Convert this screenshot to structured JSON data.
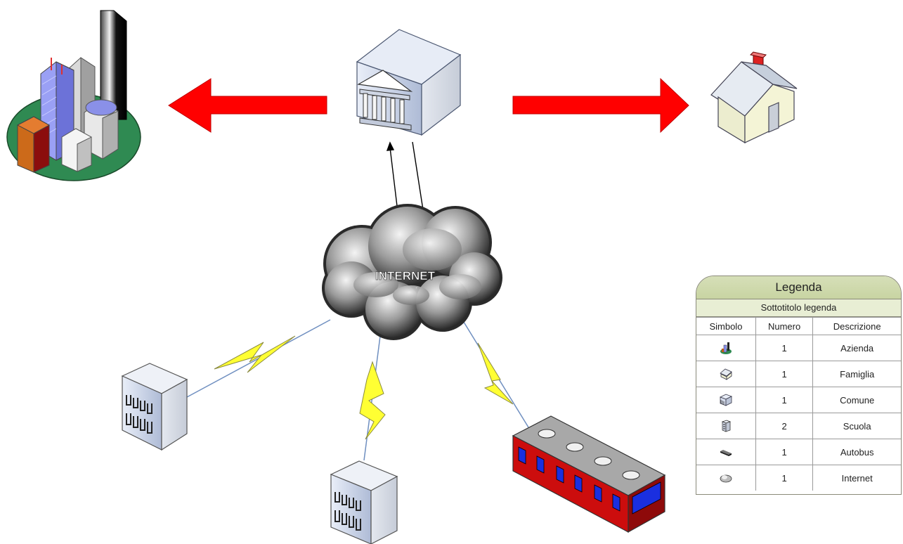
{
  "diagram": {
    "cloud_label": "INTERNET",
    "colors": {
      "arrow_red": "#ff0000",
      "lightning_yellow": "#ffff33",
      "link_blue": "#6f8fc0",
      "ground_green": "#2f8a52",
      "bus_red": "#cc0d0d",
      "bus_window": "#1a2fe0"
    }
  },
  "legend": {
    "title": "Legenda",
    "subtitle": "Sottotitolo legenda",
    "columns": [
      "Simbolo",
      "Numero",
      "Descrizione"
    ],
    "rows": [
      {
        "icon": "city-icon",
        "number": "1",
        "description": "Azienda"
      },
      {
        "icon": "house-icon",
        "number": "1",
        "description": "Famiglia"
      },
      {
        "icon": "town-hall-icon",
        "number": "1",
        "description": "Comune"
      },
      {
        "icon": "school-building-icon",
        "number": "2",
        "description": "Scuola"
      },
      {
        "icon": "bus-icon",
        "number": "1",
        "description": "Autobus"
      },
      {
        "icon": "cloud-icon",
        "number": "1",
        "description": "Internet"
      }
    ]
  }
}
